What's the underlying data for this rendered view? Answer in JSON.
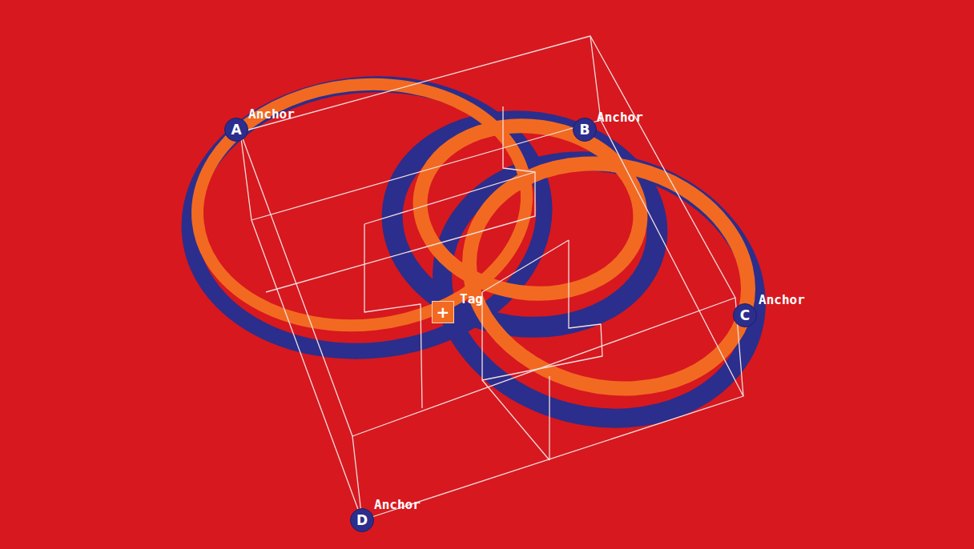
{
  "diagram": {
    "nodes": [
      {
        "text": [
          "A",
          "Anchor"
        ]
      },
      {
        "text": [
          "B",
          "Anchor"
        ]
      },
      {
        "text": [
          "+",
          "Tag"
        ]
      },
      {
        "text": [
          "C",
          "Anchor"
        ]
      },
      {
        "text": [
          "D",
          "Anchor"
        ]
      }
    ]
  }
}
